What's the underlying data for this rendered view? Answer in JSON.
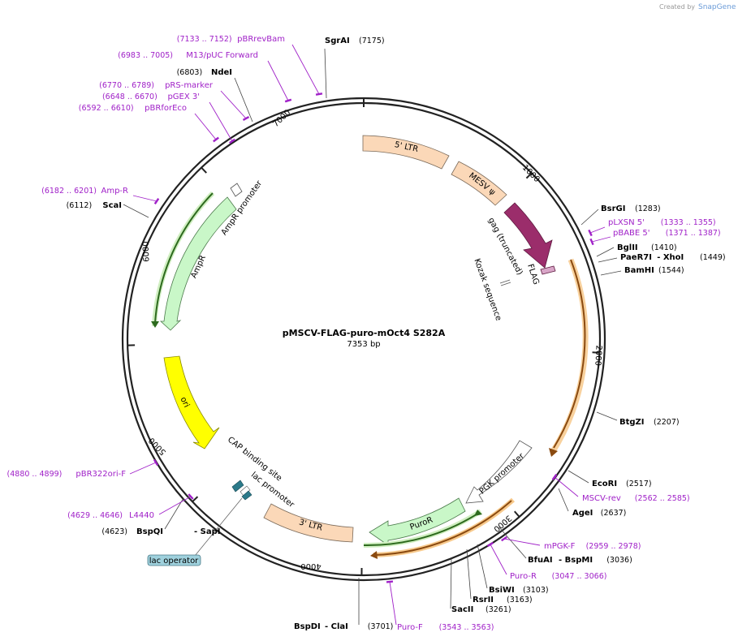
{
  "watermark": {
    "text": "Created by",
    "brand": "SnapGene"
  },
  "plasmid": {
    "name": "pMSCV-FLAG-puro-mOct4 S282A",
    "length_label": "7353 bp"
  },
  "ticks": [
    "1000",
    "2000",
    "3000",
    "4000",
    "5000",
    "6000",
    "7000"
  ],
  "enzymes": [
    {
      "name": "SgrAI",
      "pos": "(7175)"
    },
    {
      "name": "NdeI",
      "pos": "(6803)"
    },
    {
      "name": "ScaI",
      "pos": "(6112)"
    },
    {
      "name": "BsrGI",
      "pos": "(1283)"
    },
    {
      "name": "BglII",
      "pos": "(1410)"
    },
    {
      "name": "PaeR7I",
      "pos": "(1449)",
      "extra": " - XhoI"
    },
    {
      "name": "BamHI",
      "pos": "(1544)"
    },
    {
      "name": "BtgZI",
      "pos": "(2207)"
    },
    {
      "name": "EcoRI",
      "pos": "(2517)"
    },
    {
      "name": "AgeI",
      "pos": "(2637)"
    },
    {
      "name": "BfuAI",
      "pos": "(3036)",
      "extra": " - BspMI"
    },
    {
      "name": "BsiWI",
      "pos": "(3103)"
    },
    {
      "name": "RsrII",
      "pos": "(3163)"
    },
    {
      "name": "SacII",
      "pos": "(3261)"
    },
    {
      "name": "BspDI",
      "pos": "(3701)",
      "extra": " - ClaI"
    },
    {
      "name": "BspQI",
      "pos": "(4623)",
      "extra": " - SapI"
    }
  ],
  "primers": [
    {
      "name": "pBRrevBam",
      "pos": "(7133 .. 7152)"
    },
    {
      "name": "M13/pUC Forward",
      "pos": "(6983 .. 7005)"
    },
    {
      "name": "pRS-marker",
      "pos": "(6770 .. 6789)"
    },
    {
      "name": "pGEX 3'",
      "pos": "(6648 .. 6670)"
    },
    {
      "name": "pBRforEco",
      "pos": "(6592 .. 6610)"
    },
    {
      "name": "Amp-R",
      "pos": "(6182 .. 6201)"
    },
    {
      "name": "pLXSN 5'",
      "pos": "(1333 .. 1355)"
    },
    {
      "name": "pBABE 5'",
      "pos": "(1371 .. 1387)"
    },
    {
      "name": "MSCV-rev",
      "pos": "(2562 .. 2585)"
    },
    {
      "name": "mPGK-F",
      "pos": "(2959 .. 2978)"
    },
    {
      "name": "Puro-R",
      "pos": "(3047 .. 3066)"
    },
    {
      "name": "Puro-F",
      "pos": "(3543 .. 3563)"
    },
    {
      "name": "pBR322ori-F",
      "pos": "(4880 .. 4899)"
    },
    {
      "name": "L4440",
      "pos": "(4629 .. 4646)"
    }
  ],
  "features": {
    "ltr5": "5' LTR",
    "mesv": "MESV ψ",
    "gag": "gag (truncated)",
    "flag": "FLAG",
    "kozak": "Kozak sequence",
    "pgk": "PGK promoter",
    "puror": "PuroR",
    "ltr3": "3' LTR",
    "lac_promoter": "lac promoter",
    "cap": "CAP binding site",
    "lac_operator": "lac operator",
    "ori": "ori",
    "ampr": "AmpR",
    "ampr_promoter": "AmpR promoter"
  }
}
